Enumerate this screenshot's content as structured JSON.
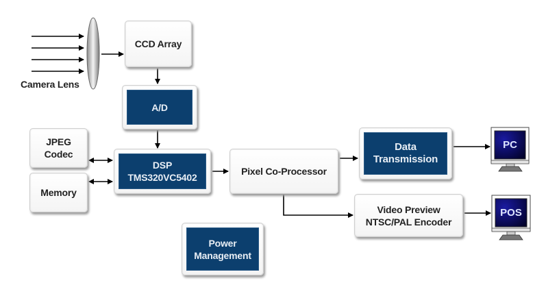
{
  "diagram": {
    "lens_label": "Camera Lens",
    "nodes": {
      "ccd": "CCD Array",
      "ad": "A/D",
      "dsp_line1": "DSP",
      "dsp_line2": "TMS320VC5402",
      "jpeg_line1": "JPEG",
      "jpeg_line2": "Codec",
      "memory": "Memory",
      "pixel": "Pixel Co-Processor",
      "data_line1": "Data",
      "data_line2": "Transmission",
      "video_line1": "Video Preview",
      "video_line2": "NTSC/PAL Encoder",
      "power_line1": "Power",
      "power_line2": "Management",
      "pc": "PC",
      "pos": "POS"
    },
    "edges": [
      {
        "from": "light",
        "to": "camera-lens"
      },
      {
        "from": "camera-lens",
        "to": "ccd"
      },
      {
        "from": "ccd",
        "to": "ad"
      },
      {
        "from": "ad",
        "to": "dsp"
      },
      {
        "from": "dsp",
        "to": "jpeg",
        "bidirectional": true
      },
      {
        "from": "dsp",
        "to": "memory",
        "bidirectional": true
      },
      {
        "from": "dsp",
        "to": "pixel"
      },
      {
        "from": "pixel",
        "to": "data"
      },
      {
        "from": "pixel",
        "to": "video"
      },
      {
        "from": "data",
        "to": "pc"
      },
      {
        "from": "video",
        "to": "pos"
      }
    ],
    "colors": {
      "dark_block": "#0c3f6e",
      "monitor_screen": "#0a0a6a"
    }
  }
}
